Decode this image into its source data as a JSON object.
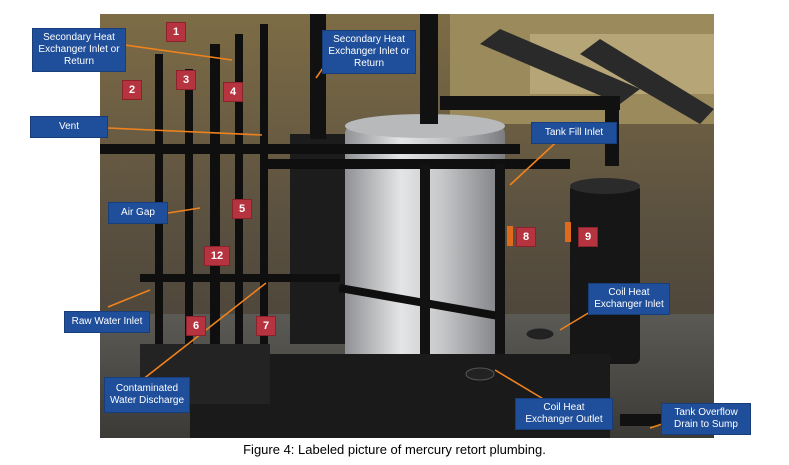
{
  "labels": {
    "sec_hx_left": "Secondary Heat Exchanger Inlet or Return",
    "sec_hx_right": "Secondary Heat Exchanger Inlet or Return",
    "vent": "Vent",
    "air_gap": "Air Gap",
    "raw_water": "Raw Water Inlet",
    "contaminated": "Contaminated Water Discharge",
    "tank_fill": "Tank Fill Inlet",
    "coil_inlet": "Coil Heat Exchanger Inlet",
    "coil_outlet": "Coil Heat Exchanger Outlet",
    "overflow": "Tank Overflow Drain to Sump"
  },
  "numbers": {
    "n1": "1",
    "n2": "2",
    "n3": "3",
    "n4": "4",
    "n5": "5",
    "n6": "6",
    "n7": "7",
    "n8": "8",
    "n9": "9",
    "n12": "12"
  },
  "caption": "Figure 4: Labeled picture of mercury retort plumbing."
}
